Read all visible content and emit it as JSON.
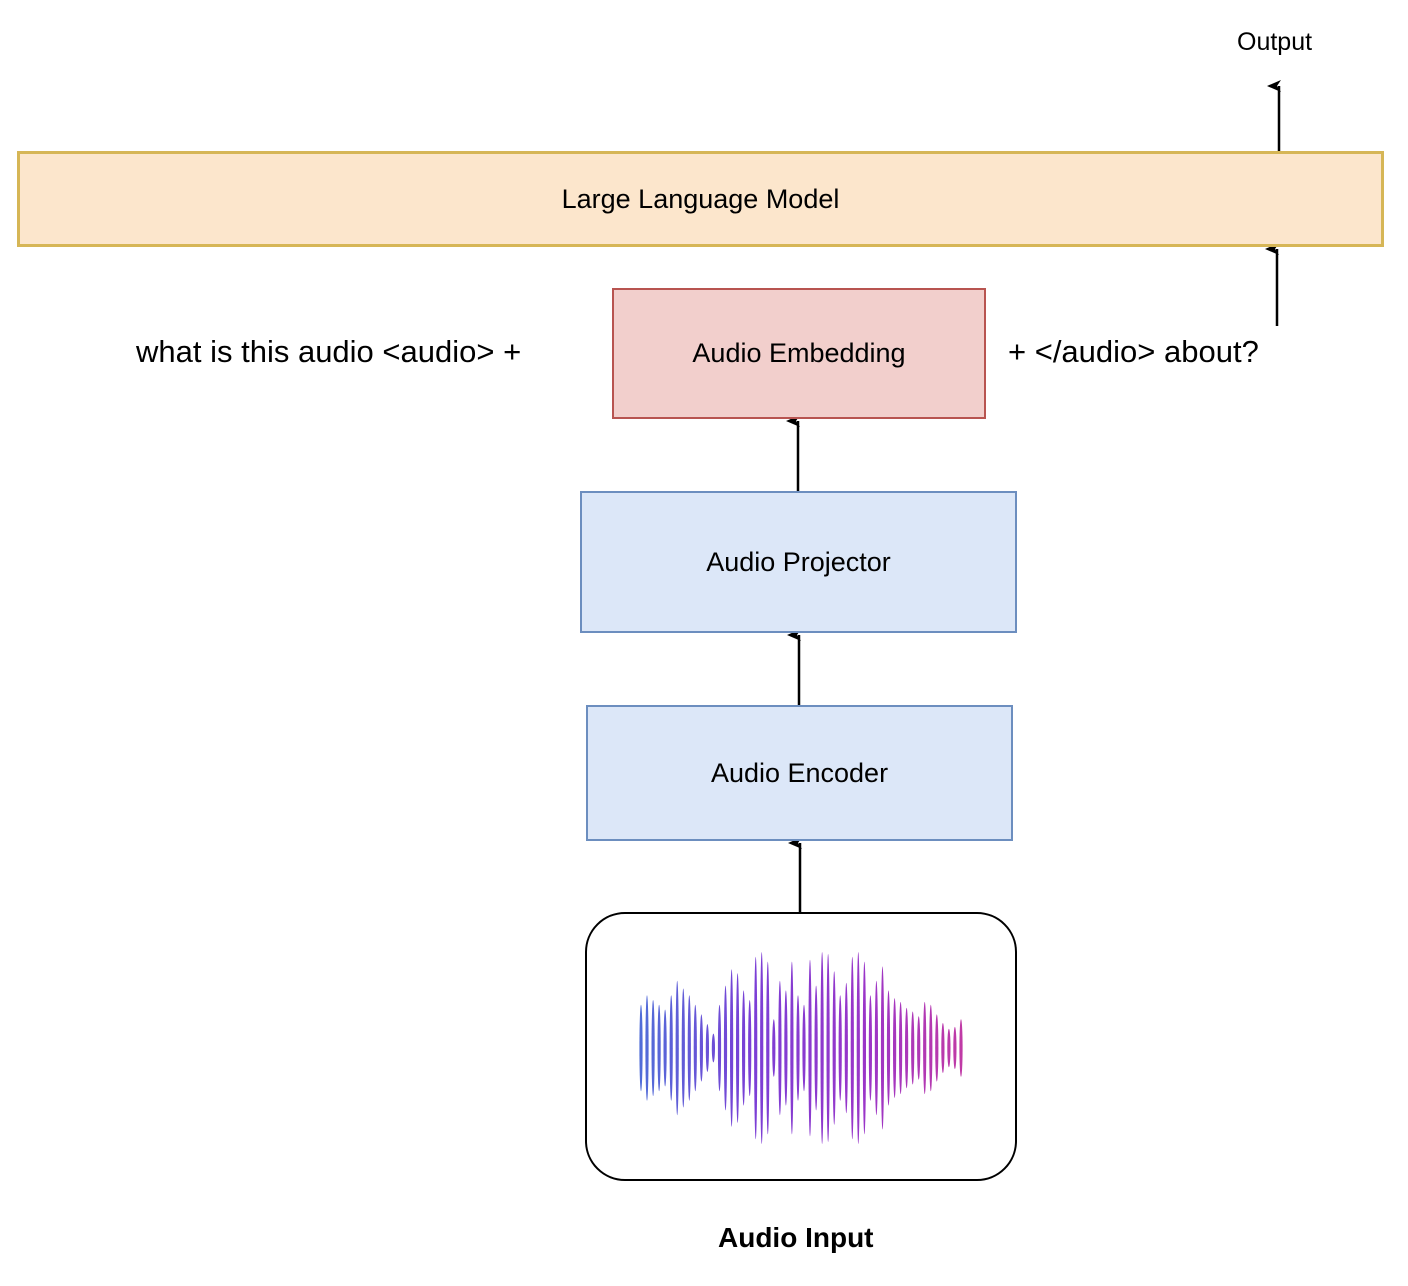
{
  "diagram": {
    "nodes": {
      "llm": {
        "label": "Large Language Model",
        "fill": "#fce6cc",
        "stroke": "#d6b656"
      },
      "embedding": {
        "label": "Audio Embedding",
        "fill": "#f2cfcc",
        "stroke": "#b85450"
      },
      "projector": {
        "label": "Audio Projector",
        "fill": "#dce7f8",
        "stroke": "#6c8ebf"
      },
      "encoder": {
        "label": "Audio Encoder",
        "fill": "#dce7f8",
        "stroke": "#6c8ebf"
      },
      "audio_input": {
        "label": "Audio Input",
        "icon": "waveform-icon"
      }
    },
    "texts": {
      "output": "Output",
      "prompt_prefix": "what is this audio <audio> +",
      "prompt_suffix": "+ </audio> about?"
    },
    "edges": [
      {
        "from": "audio_input",
        "to": "encoder"
      },
      {
        "from": "encoder",
        "to": "projector"
      },
      {
        "from": "projector",
        "to": "embedding"
      },
      {
        "from": "prompt",
        "to": "llm"
      },
      {
        "from": "llm",
        "to": "output"
      }
    ],
    "waveform": {
      "gradient": [
        "#4f6fd8",
        "#7a3fd6",
        "#9a35c8",
        "#c03aa6"
      ],
      "amplitudes": [
        0.45,
        0.55,
        0.5,
        0.45,
        0.4,
        0.55,
        0.7,
        0.62,
        0.55,
        0.45,
        0.35,
        0.25,
        0.15,
        0.45,
        0.65,
        0.82,
        0.78,
        0.6,
        0.5,
        0.95,
        1.0,
        0.9,
        0.3,
        0.7,
        0.6,
        0.9,
        0.55,
        0.45,
        0.92,
        0.65,
        1.0,
        0.98,
        0.8,
        0.55,
        0.68,
        0.95,
        1.0,
        0.9,
        0.55,
        0.7,
        0.85,
        0.6,
        0.52,
        0.48,
        0.42,
        0.38,
        0.33,
        0.48,
        0.45,
        0.35,
        0.26,
        0.2,
        0.22,
        0.3
      ]
    }
  }
}
